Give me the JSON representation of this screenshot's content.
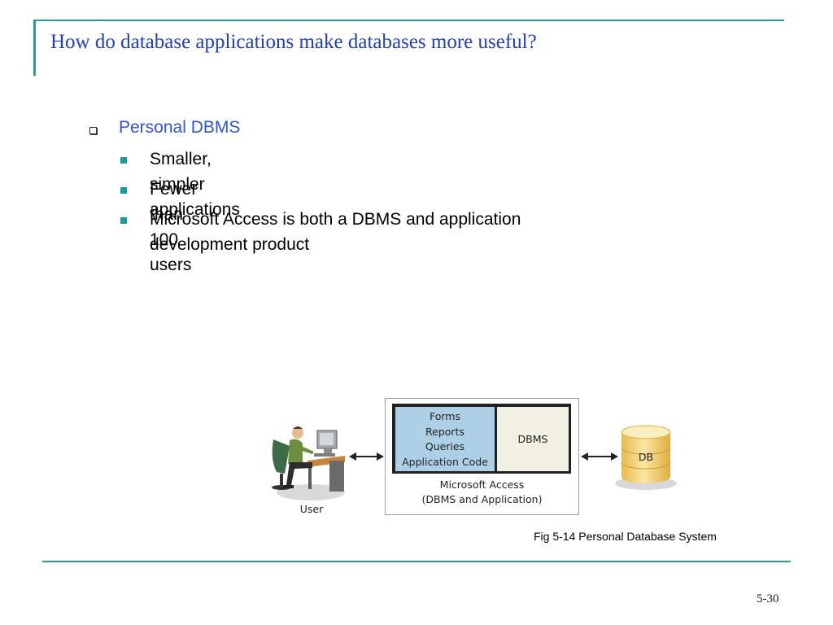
{
  "slide": {
    "title": "How do database applications make databases more useful?",
    "page_number": "5-30"
  },
  "bullets": {
    "level1": "Personal DBMS",
    "level2": [
      "Smaller, simpler applications",
      "Fewer than 100 users",
      "Microsoft Access is both a DBMS and application development product"
    ]
  },
  "figure": {
    "app_items": [
      "Forms",
      "Reports",
      "Queries",
      "Application Code"
    ],
    "dbms_label": "DBMS",
    "access_line1": "Microsoft Access",
    "access_line2": "(DBMS and Application)",
    "user_label": "User",
    "db_label": "DB",
    "caption": "Fig 5-14 Personal Database System"
  },
  "colors": {
    "accent": "#2a9a9a",
    "title": "#1f3fbf",
    "level1": "#2d54d6",
    "app_cell": "#aed0e6",
    "dbms_cell": "#f2f0e2",
    "db_cylinder": "#f5d57a"
  }
}
